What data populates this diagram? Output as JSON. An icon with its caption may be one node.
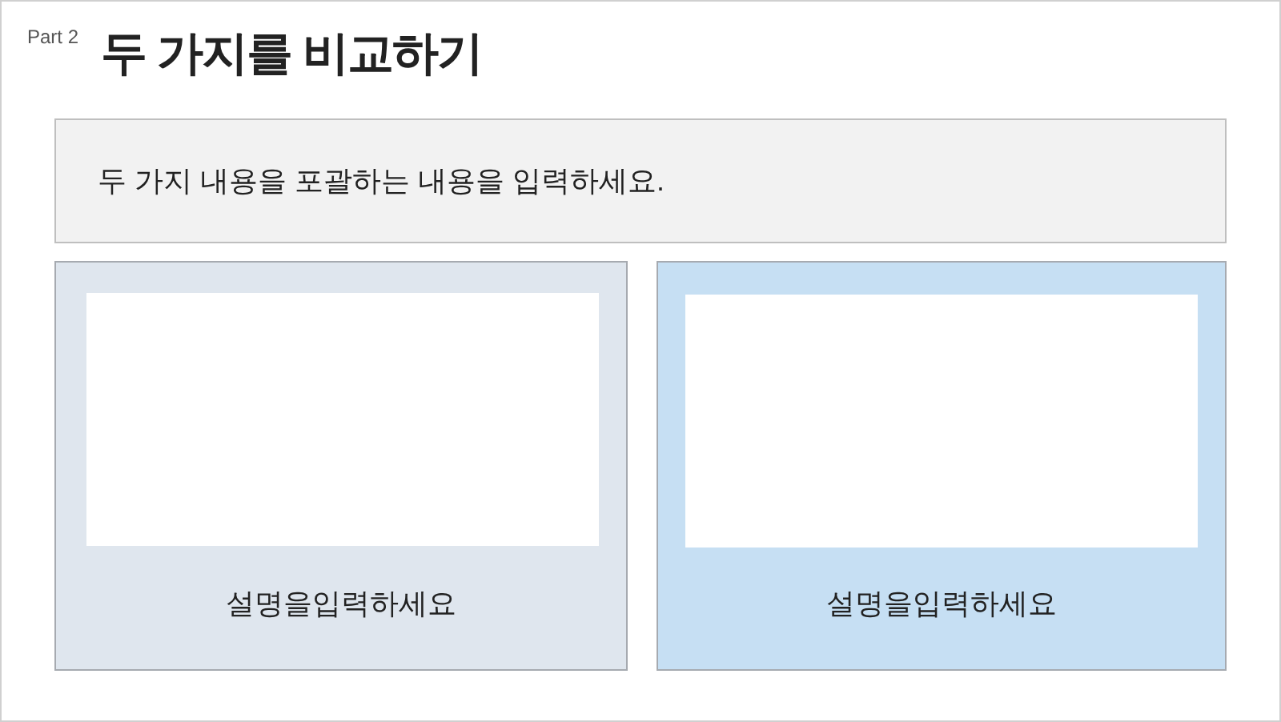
{
  "diagram": {
    "title": "두 가지를 비교하기",
    "nodes": [
      {
        "text": [
          "두 가지 내용을 포괄하는 내용을 입력하세요."
        ]
      },
      {
        "text": [
          "설명을입력하세요"
        ]
      },
      {
        "text": [],
        "shape": "box",
        "in": 1
      },
      {
        "text": [
          "설명을입력하세요"
        ]
      },
      {
        "text": [],
        "shape": "box",
        "in": 3
      }
    ],
    "labels": [
      "Part 2"
    ]
  }
}
